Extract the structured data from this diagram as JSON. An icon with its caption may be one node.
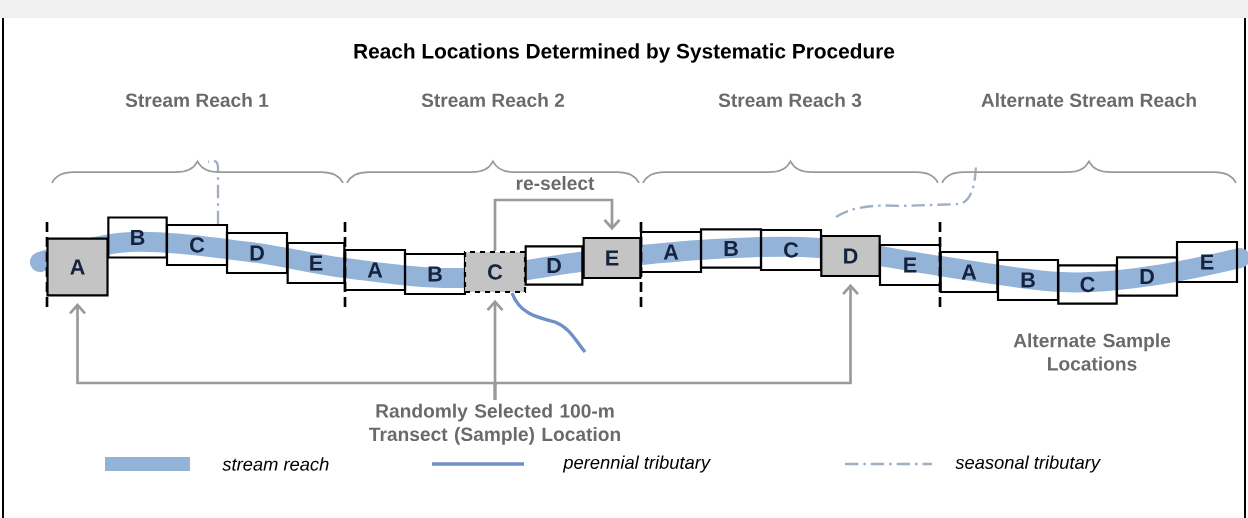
{
  "diagram": {
    "title": "Reach Locations Determined by Systematic Procedure",
    "nodes": [
      {
        "text": [
          "A"
        ]
      },
      {
        "text": [
          "B"
        ]
      },
      {
        "text": [
          "C"
        ]
      },
      {
        "text": [
          "D"
        ]
      },
      {
        "text": [
          "E"
        ]
      },
      {
        "text": [
          "A"
        ]
      },
      {
        "text": [
          "B"
        ]
      },
      {
        "text": [
          "C"
        ]
      },
      {
        "text": [
          "D"
        ]
      },
      {
        "text": [
          "E"
        ]
      },
      {
        "text": [
          "A"
        ]
      },
      {
        "text": [
          "B"
        ]
      },
      {
        "text": [
          "C"
        ]
      },
      {
        "text": [
          "D"
        ]
      },
      {
        "text": [
          "E"
        ]
      },
      {
        "text": [
          "A"
        ]
      },
      {
        "text": [
          "B"
        ]
      },
      {
        "text": [
          "C"
        ]
      },
      {
        "text": [
          "D"
        ]
      },
      {
        "text": [
          "E"
        ]
      },
      {
        "text": [
          "Randomly Selected 100-m Transect (Sample) Location"
        ]
      }
    ],
    "edges": [
      {
        "from": 20,
        "to": 0,
        "arrow": "to"
      },
      {
        "from": 20,
        "to": 7,
        "arrow": "to"
      },
      {
        "from": 20,
        "to": 13,
        "arrow": "to"
      },
      {
        "from": 7,
        "to": 9,
        "arrow": "to",
        "label": "re-select"
      }
    ],
    "labels": [
      "Stream Reach 1",
      "Stream Reach 2",
      "Stream Reach 3",
      "Alternate Stream Reach",
      "Alternate Sample Locations"
    ],
    "legend": [
      {
        "text": "stream reach",
        "color": "#94b3d9"
      },
      {
        "text": "perennial tributary"
      },
      {
        "text": "seasonal tributary"
      }
    ]
  }
}
